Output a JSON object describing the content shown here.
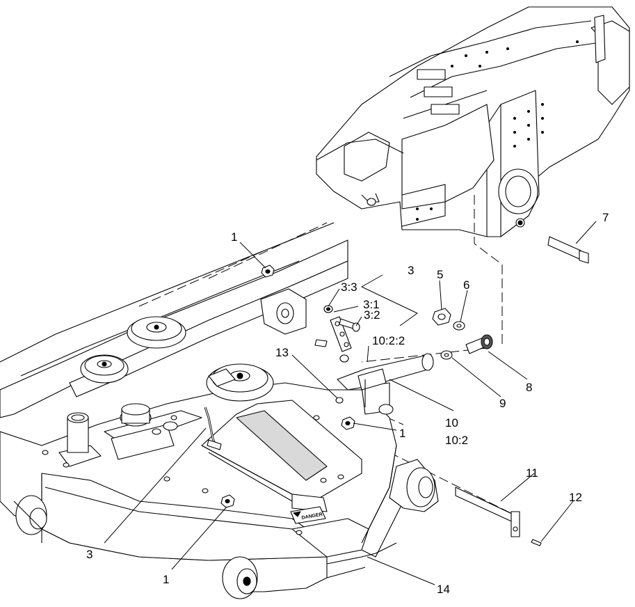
{
  "diagram": {
    "callouts": [
      {
        "id": "c1_top",
        "text": "1"
      },
      {
        "id": "c3_top",
        "text": "3"
      },
      {
        "id": "c3_3",
        "text": "3:3"
      },
      {
        "id": "c3_1",
        "text": "3:1"
      },
      {
        "id": "c3_2",
        "text": "3:2"
      },
      {
        "id": "c5",
        "text": "5"
      },
      {
        "id": "c6",
        "text": "6"
      },
      {
        "id": "c7",
        "text": "7"
      },
      {
        "id": "c8",
        "text": "8"
      },
      {
        "id": "c9",
        "text": "9"
      },
      {
        "id": "c10",
        "text": "10"
      },
      {
        "id": "c10_2",
        "text": "10:2"
      },
      {
        "id": "c10_2_2",
        "text": "10:2:2"
      },
      {
        "id": "c11",
        "text": "11"
      },
      {
        "id": "c12",
        "text": "12"
      },
      {
        "id": "c13",
        "text": "13"
      },
      {
        "id": "c1_mid",
        "text": "1"
      },
      {
        "id": "c3_bottom",
        "text": "3"
      },
      {
        "id": "c1_bottom",
        "text": "1"
      },
      {
        "id": "c14",
        "text": "14"
      }
    ],
    "decal_text": "DANGER",
    "colors": {
      "line": "#000000",
      "fill": "#ffffff",
      "shade": "#d9d9d9",
      "dark": "#555555"
    }
  }
}
